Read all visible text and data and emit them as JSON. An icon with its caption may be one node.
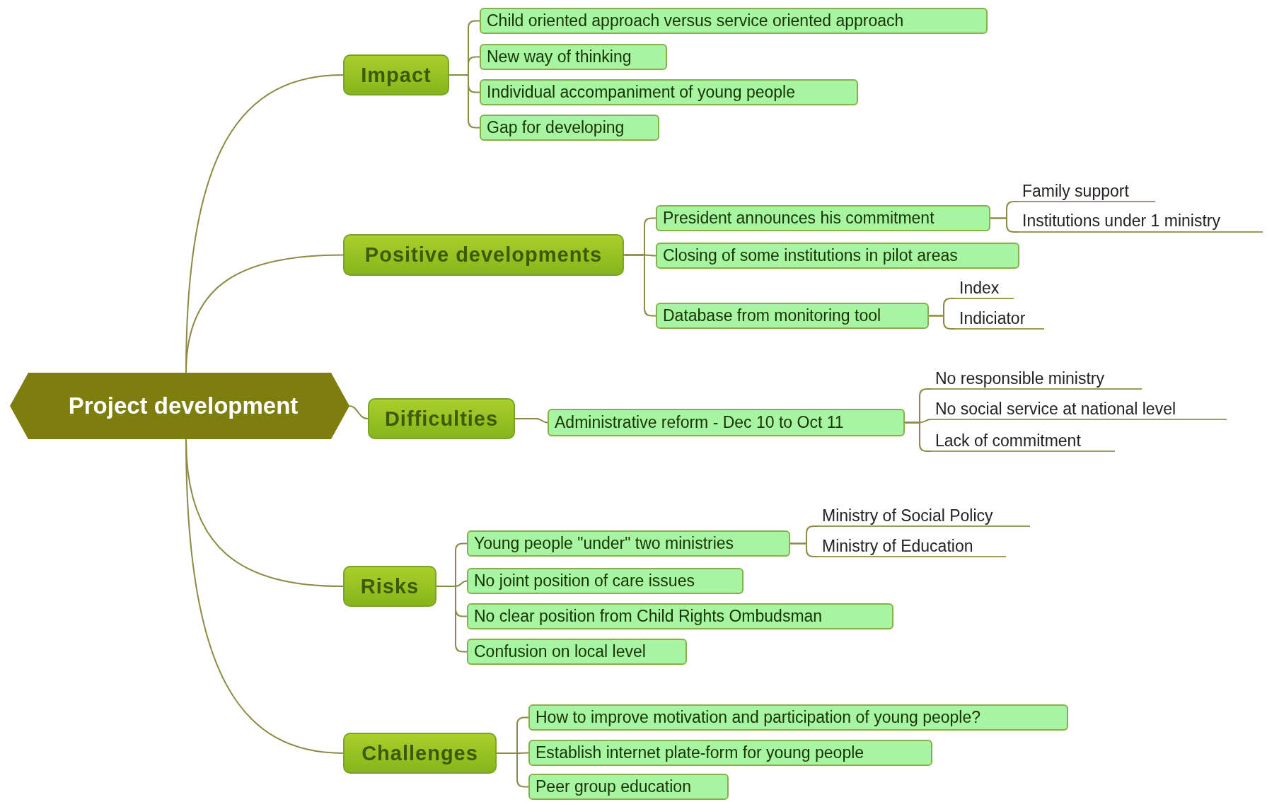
{
  "diagram": {
    "nodes": [
      {
        "text": [
          "Project development"
        ]
      },
      {
        "text": [
          "Impact"
        ]
      },
      {
        "text": [
          "Child oriented approach versus service oriented approach"
        ]
      },
      {
        "text": [
          "New way of thinking"
        ]
      },
      {
        "text": [
          "Individual accompaniment of young people"
        ]
      },
      {
        "text": [
          "Gap for developing"
        ]
      },
      {
        "text": [
          "Positive developments"
        ]
      },
      {
        "text": [
          "President announces his commitment"
        ]
      },
      {
        "text": [
          "Family support"
        ]
      },
      {
        "text": [
          "Institutions under 1 ministry"
        ]
      },
      {
        "text": [
          "Closing of some institutions in pilot areas"
        ]
      },
      {
        "text": [
          "Database from monitoring tool"
        ]
      },
      {
        "text": [
          "Index"
        ]
      },
      {
        "text": [
          "Indiciator"
        ]
      },
      {
        "text": [
          "Difficulties"
        ]
      },
      {
        "text": [
          "Administrative reform - Dec 10 to Oct 11"
        ]
      },
      {
        "text": [
          "No responsible ministry"
        ]
      },
      {
        "text": [
          "No social service at national level"
        ]
      },
      {
        "text": [
          "Lack of commitment"
        ]
      },
      {
        "text": [
          "Risks"
        ]
      },
      {
        "text": [
          "Young people \"under\" two ministries"
        ]
      },
      {
        "text": [
          "Ministry of Social Policy"
        ]
      },
      {
        "text": [
          "Ministry of Education"
        ]
      },
      {
        "text": [
          "No joint position of care issues"
        ]
      },
      {
        "text": [
          "No clear position from Child Rights Ombudsman"
        ]
      },
      {
        "text": [
          "Confusion on local level"
        ]
      },
      {
        "text": [
          "Challenges"
        ]
      },
      {
        "text": [
          "How to improve motivation and participation of young people?"
        ]
      },
      {
        "text": [
          "Establish internet plate-form for young people"
        ]
      },
      {
        "text": [
          "Peer group education"
        ]
      }
    ],
    "edges": [
      {
        "from": 0,
        "to": 1,
        "arrow": "none"
      },
      {
        "from": 1,
        "to": 2,
        "arrow": "none"
      },
      {
        "from": 1,
        "to": 3,
        "arrow": "none"
      },
      {
        "from": 1,
        "to": 4,
        "arrow": "none"
      },
      {
        "from": 1,
        "to": 5,
        "arrow": "none"
      },
      {
        "from": 0,
        "to": 6,
        "arrow": "none"
      },
      {
        "from": 6,
        "to": 7,
        "arrow": "none"
      },
      {
        "from": 7,
        "to": 8,
        "arrow": "none"
      },
      {
        "from": 7,
        "to": 9,
        "arrow": "none"
      },
      {
        "from": 6,
        "to": 10,
        "arrow": "none"
      },
      {
        "from": 6,
        "to": 11,
        "arrow": "none"
      },
      {
        "from": 11,
        "to": 12,
        "arrow": "none"
      },
      {
        "from": 11,
        "to": 13,
        "arrow": "none"
      },
      {
        "from": 0,
        "to": 14,
        "arrow": "none"
      },
      {
        "from": 14,
        "to": 15,
        "arrow": "none"
      },
      {
        "from": 15,
        "to": 16,
        "arrow": "none"
      },
      {
        "from": 15,
        "to": 17,
        "arrow": "none"
      },
      {
        "from": 15,
        "to": 18,
        "arrow": "none"
      },
      {
        "from": 0,
        "to": 19,
        "arrow": "none"
      },
      {
        "from": 19,
        "to": 20,
        "arrow": "none"
      },
      {
        "from": 20,
        "to": 21,
        "arrow": "none"
      },
      {
        "from": 20,
        "to": 22,
        "arrow": "none"
      },
      {
        "from": 19,
        "to": 23,
        "arrow": "none"
      },
      {
        "from": 19,
        "to": 24,
        "arrow": "none"
      },
      {
        "from": 19,
        "to": 25,
        "arrow": "none"
      },
      {
        "from": 0,
        "to": 26,
        "arrow": "none"
      },
      {
        "from": 26,
        "to": 27,
        "arrow": "none"
      },
      {
        "from": 26,
        "to": 28,
        "arrow": "none"
      },
      {
        "from": 26,
        "to": 29,
        "arrow": "none"
      }
    ]
  }
}
